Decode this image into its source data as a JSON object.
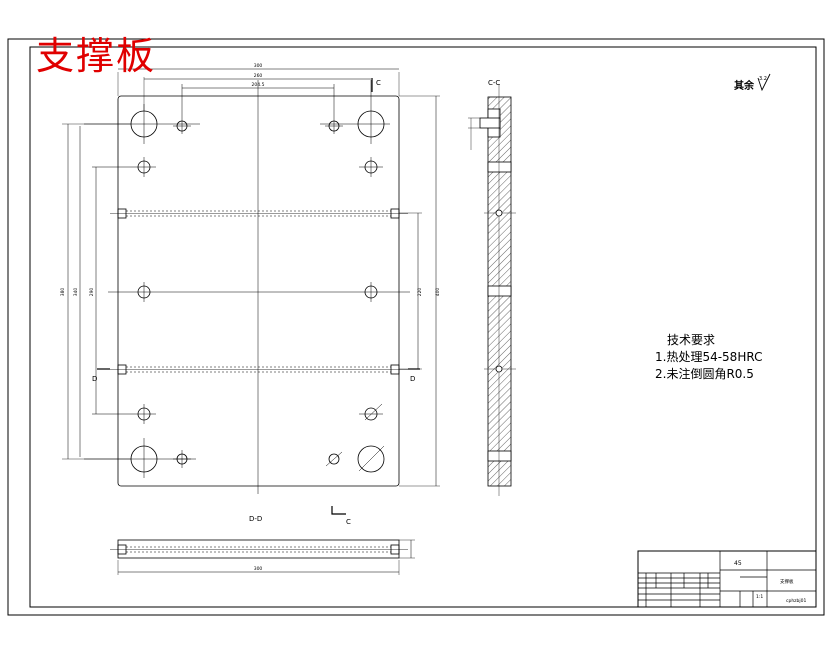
{
  "drawing": {
    "title": "支撑板",
    "roughness_note": "其余",
    "roughness_value": "3.2",
    "section_cc": "C-C",
    "section_dd": "D-D",
    "cut_c_top": "C",
    "cut_c_bottom": "C",
    "cut_d_left": "D",
    "cut_d_right": "D",
    "tech_req_title": "技术要求",
    "tech_req_1": "1.热处理54-58HRC",
    "tech_req_2": "2.未注倒圆角R0.5"
  },
  "dimensions": {
    "top1": "300",
    "top2": "260",
    "top3": "204.5",
    "left1": "380",
    "left2": "340",
    "left3": "290",
    "right1": "220",
    "right2": "400",
    "bottom": "300"
  },
  "title_block": {
    "material": "45",
    "part_name": "支撑板",
    "scale": "1:1",
    "drawing_no": "cphzbj01"
  },
  "colors": {
    "line": "#000000",
    "title": "#e00000"
  }
}
